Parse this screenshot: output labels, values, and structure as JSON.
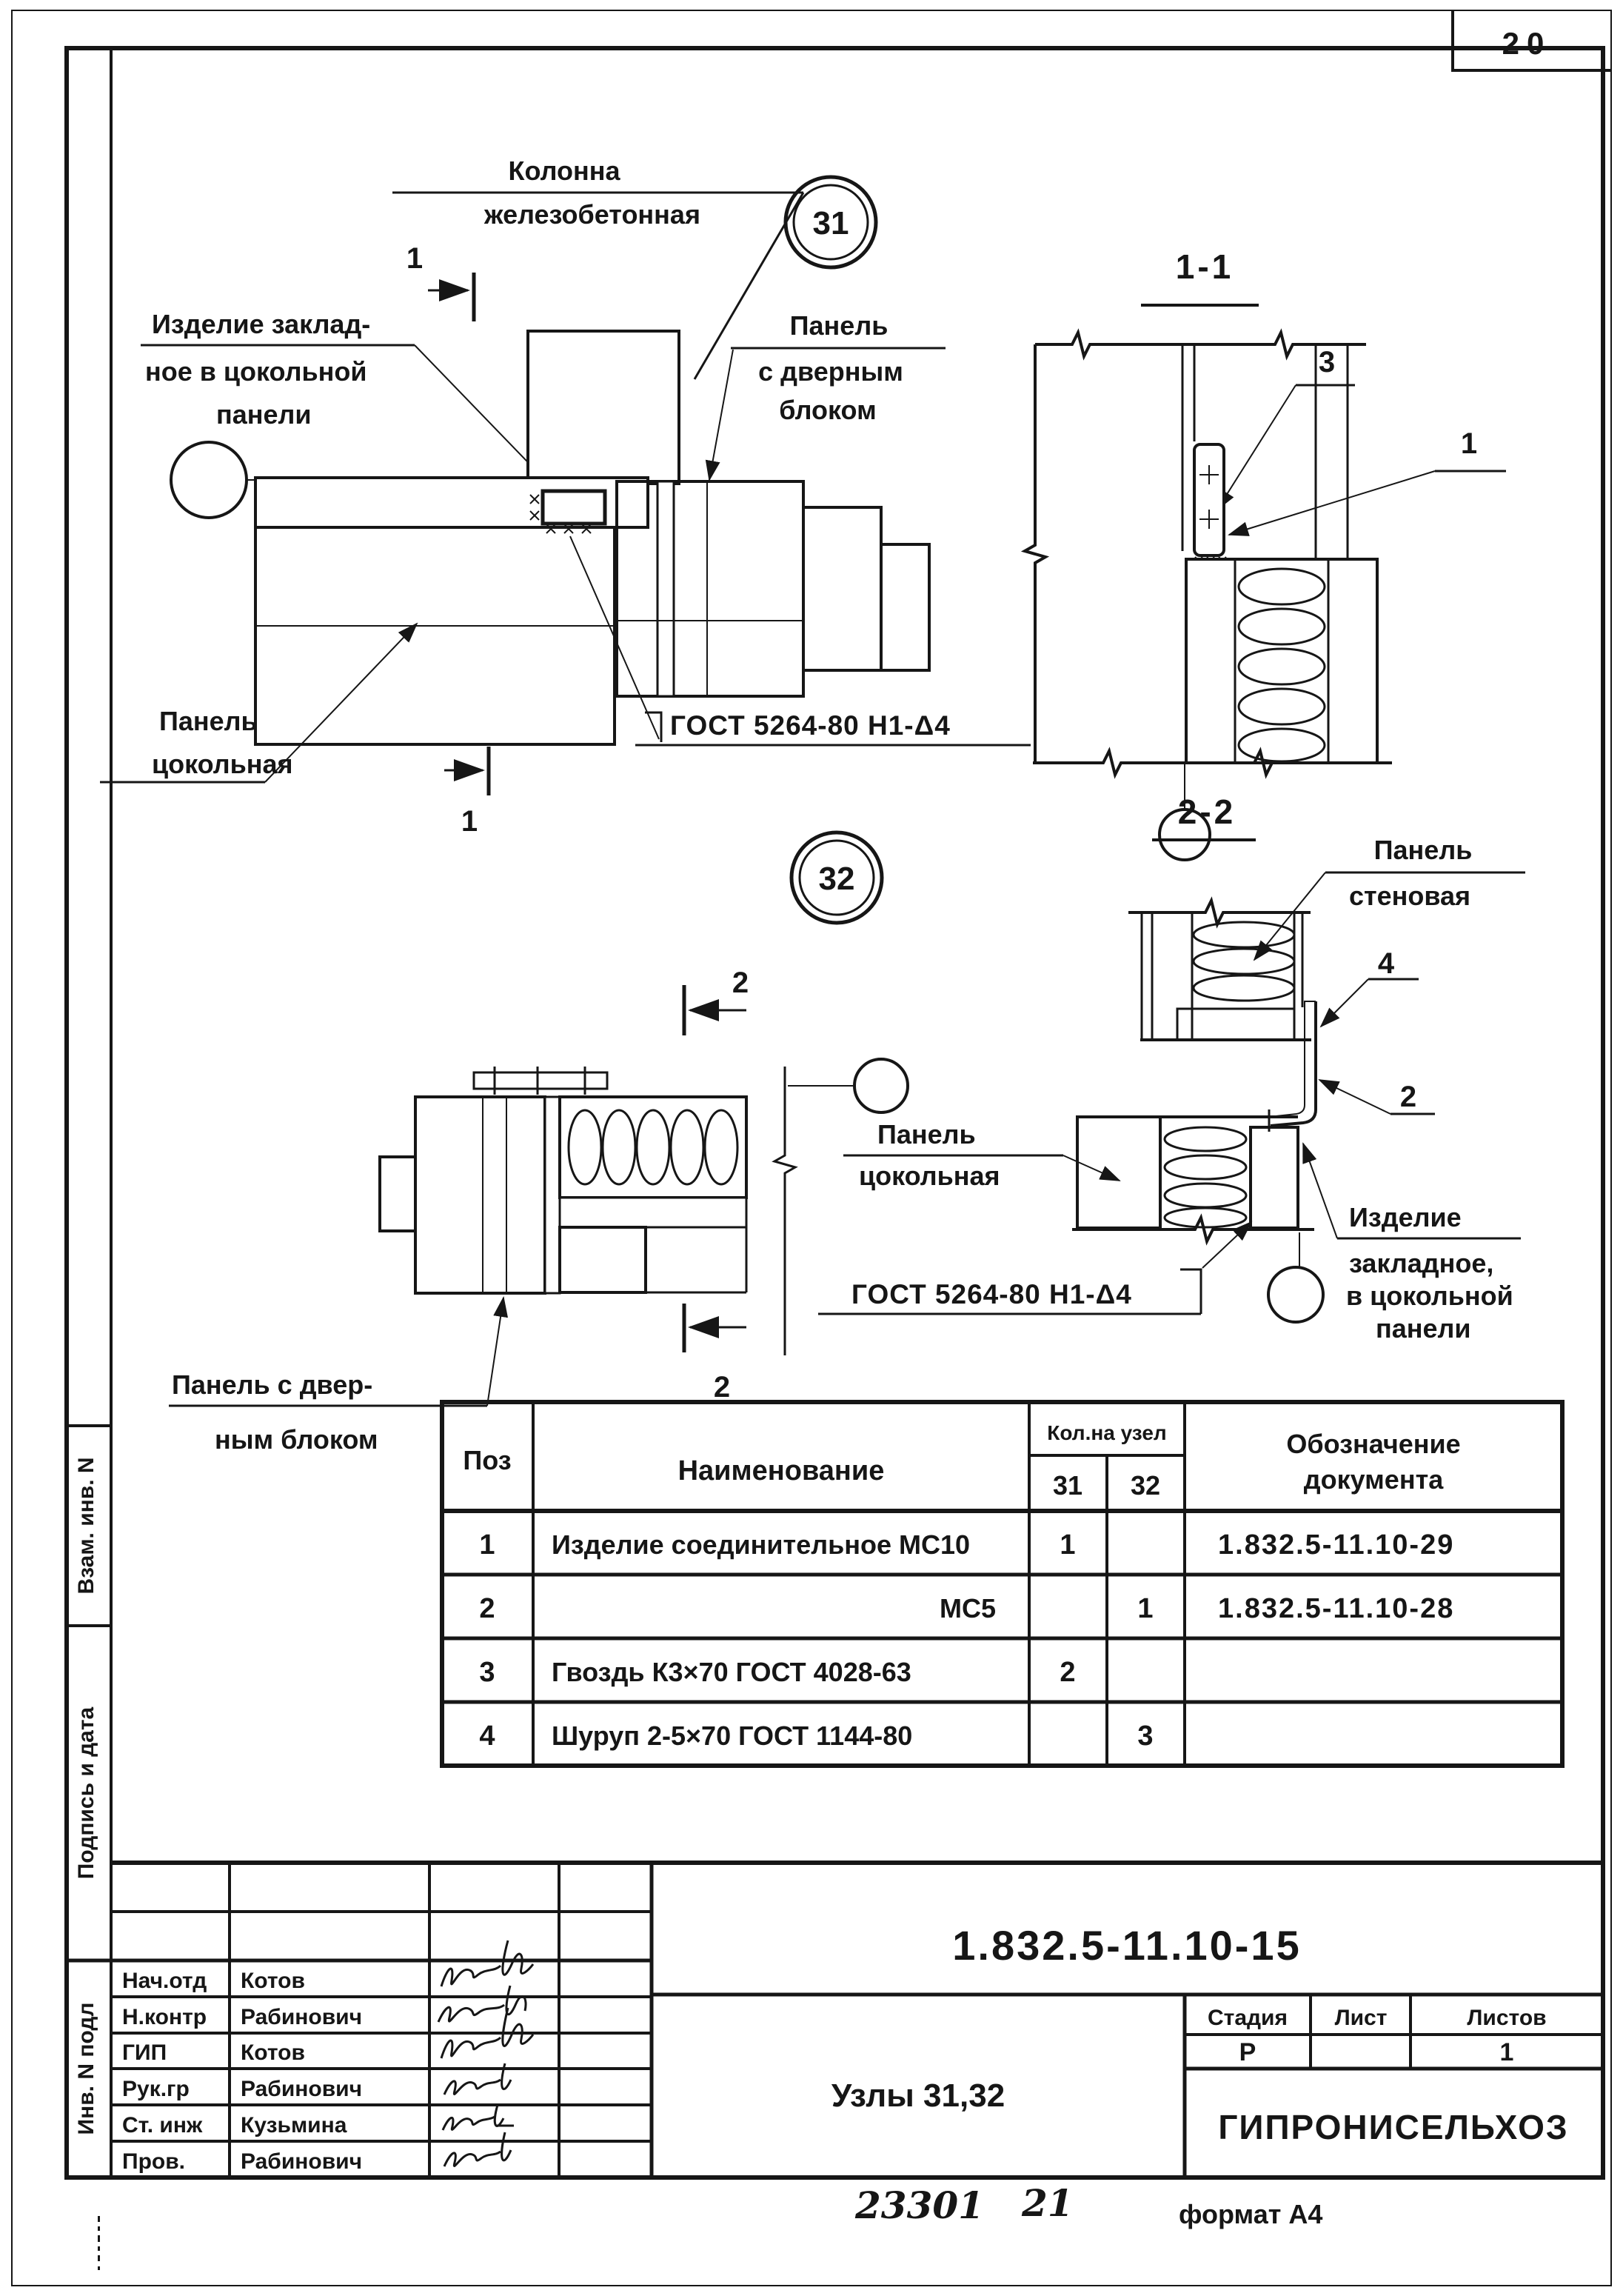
{
  "page": {
    "number": "20",
    "format_note": "формат А4",
    "order_number": "23301",
    "order_sheet": "21"
  },
  "margin_stamps": {
    "top": "Взам. инв. N",
    "middle": "Подпись и дата",
    "bottom": "Инв. N подл"
  },
  "node31": {
    "bubble": "31",
    "cut_mark": "1",
    "column_label": [
      "Колонна",
      "железобетонная"
    ],
    "embedded_label": [
      "Изделие заклад-",
      "ное в цокольной",
      "панели"
    ],
    "door_panel_label": [
      "Панель",
      "с дверным",
      "блоком"
    ],
    "base_panel_label": [
      "Панель",
      "цокольная"
    ],
    "weld_label": "ГОСТ 5264-80 Н1-Δ4"
  },
  "section11": {
    "title": "1-1",
    "callout_3": "3",
    "callout_1": "1"
  },
  "node32": {
    "bubble": "32",
    "cut_mark": "2",
    "door_panel_label": [
      "Панель с двер-",
      "ным блоком"
    ]
  },
  "section22": {
    "title": "2-2",
    "wall_panel_label": [
      "Панель",
      "стеновая"
    ],
    "callout_4": "4",
    "callout_2": "2",
    "base_panel_label": [
      "Панель",
      "цокольная"
    ],
    "weld_label": "ГОСТ 5264-80 Н1-Δ4",
    "embedded_label": [
      "Изделие",
      "закладное,",
      "в цокольной",
      "панели"
    ]
  },
  "parts_table": {
    "col_pos": "Поз",
    "col_name": "Наименование",
    "col_qty": "Кол.на узел",
    "col_qty31": "31",
    "col_qty32": "32",
    "col_doc": [
      "Обозначение",
      "документа"
    ],
    "rows": [
      {
        "pos": "1",
        "name": "Изделие соединительное МС10",
        "qty31": "1",
        "qty32": "",
        "doc": "1.832.5-11.10-29"
      },
      {
        "pos": "2",
        "name": "МС5",
        "qty31": "",
        "qty32": "1",
        "doc": "1.832.5-11.10-28"
      },
      {
        "pos": "3",
        "name": "Гвоздь К3×70  ГОСТ 4028-63",
        "qty31": "2",
        "qty32": "",
        "doc": ""
      },
      {
        "pos": "4",
        "name": "Шуруп 2-5×70  ГОСТ 1144-80",
        "qty31": "",
        "qty32": "3",
        "doc": ""
      }
    ]
  },
  "title_block": {
    "doc_number": "1.832.5-11.10-15",
    "title": "Узлы 31,32",
    "stage_label": "Стадия",
    "sheet_label": "Лист",
    "sheets_label": "Листов",
    "stage": "Р",
    "sheet": "",
    "sheets": "1",
    "organization": "ГИПРОНИСЕЛЬХОЗ",
    "signature_rows": [
      {
        "role": "Нач.отд",
        "name": "Котов"
      },
      {
        "role": "Н.контр",
        "name": "Рабинович"
      },
      {
        "role": "ГИП",
        "name": "Котов"
      },
      {
        "role": "Рук.гр",
        "name": "Рабинович"
      },
      {
        "role": "Ст. инж",
        "name": "Кузьмина"
      },
      {
        "role": "Пров.",
        "name": "Рабинович"
      }
    ]
  }
}
